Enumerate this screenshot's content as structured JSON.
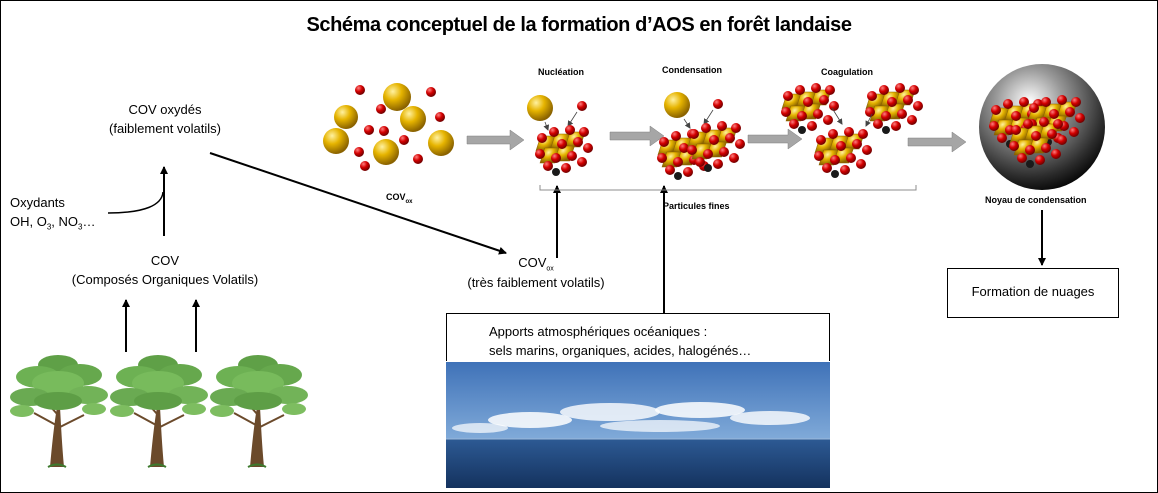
{
  "title": "Schéma conceptuel de la formation d’AOS en forêt landaise",
  "labels": {
    "cov_oxydes_1": "COV oxydés",
    "cov_oxydes_2": "(faiblement volatils)",
    "oxydants_1": "Oxydants",
    "oxydants_oh": "OH, O",
    "oxydants_o3_sub": "3",
    "oxydants_no": ", NO",
    "oxydants_no3_sub": "3",
    "oxydants_end": "…",
    "cov_1": "COV",
    "cov_2": "(Composés Organiques Volatils)",
    "covox_small_main": "COV",
    "covox_small_sub": "ox",
    "covox_main": "COV",
    "covox_sub": "ox",
    "covox_desc": "(très faiblement volatils)",
    "nucleation": "Nucléation",
    "condensation": "Condensation",
    "coagulation": "Coagulation",
    "particules_fines": "Particules fines",
    "noyau": "Noyau de condensation",
    "formation_nuages": "Formation de nuages",
    "apports_1": "Apports atmosphériques océaniques :",
    "apports_2": "sels marins, organiques, acides, halogénés…"
  },
  "colors": {
    "arrow_gray": "#a6a6a6",
    "molecule_red": "#d40000",
    "particle_gold": "#e0b000",
    "sky": "#5f92c8",
    "sea": "#1f4a85"
  },
  "icons": [
    "tree-icon",
    "molecule-icon",
    "particle-icon",
    "cloud-nucleus-icon",
    "ocean-photo"
  ]
}
